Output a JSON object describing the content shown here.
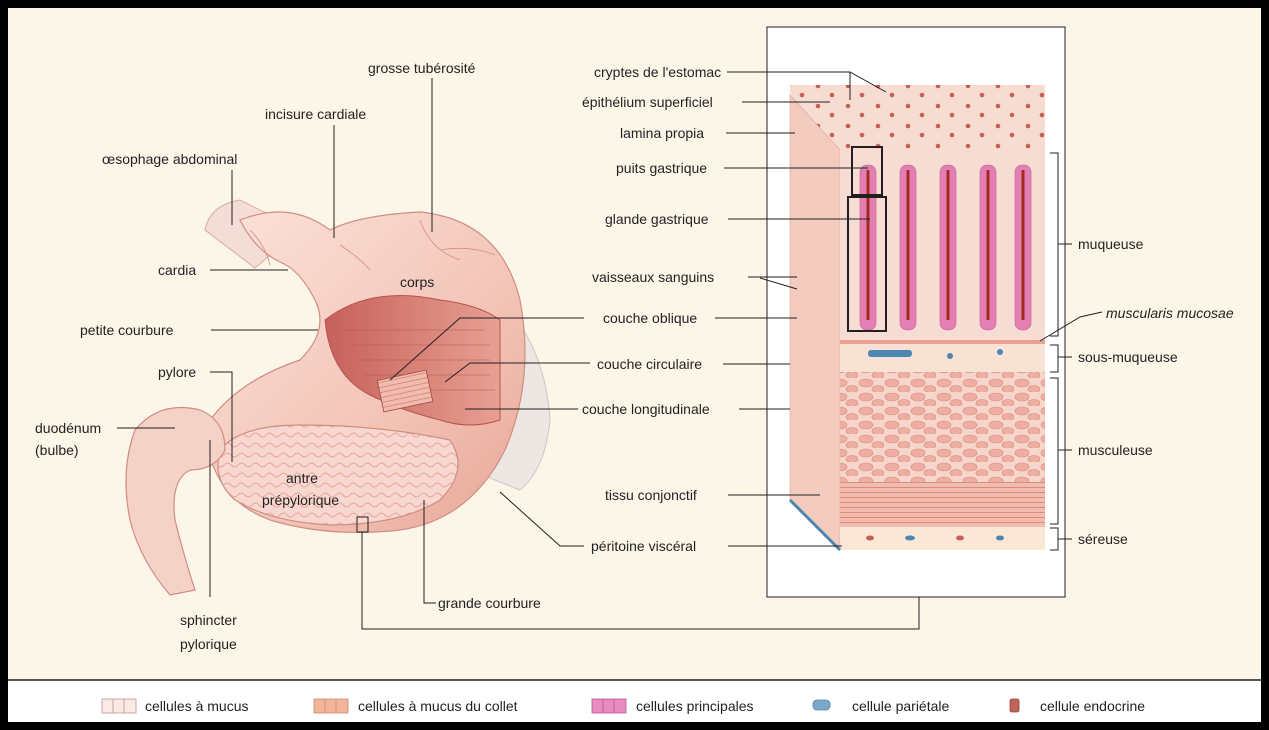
{
  "stomach_labels": {
    "oesophage": "œsophage abdominal",
    "incisure": "incisure cardiale",
    "grosse_tuberosite": "grosse tubérosité",
    "cardia": "cardia",
    "corps": "corps",
    "petite_courbure": "petite courbure",
    "pylore": "pylore",
    "duodenum_1": "duodénum",
    "duodenum_2": "(bulbe)",
    "antre_1": "antre",
    "antre_2": "prépylorique",
    "sphincter_1": "sphincter",
    "sphincter_2": "pylorique",
    "grande_courbure": "grande courbure"
  },
  "wall_labels": {
    "cryptes": "cryptes de l'estomac",
    "epithelium": "épithélium superficiel",
    "lamina": "lamina propia",
    "puits": "puits gastrique",
    "glande": "glande gastrique",
    "vaisseaux": "vaisseaux sanguins",
    "oblique": "couche oblique",
    "circulaire": "couche circulaire",
    "longitudinale": "couche longitudinale",
    "tissu": "tissu conjonctif",
    "peritoine": "péritoine viscéral"
  },
  "layer_labels": {
    "muqueuse": "muqueuse",
    "muscularis": "muscularis mucosae",
    "sous_muqueuse": "sous-muqueuse",
    "musculeuse": "musculeuse",
    "sereuse": "séreuse"
  },
  "legend": [
    {
      "label": "cellules à mucus",
      "color": "#fbe9e4"
    },
    {
      "label": "cellules à mucus du collet",
      "color": "#f2b59a"
    },
    {
      "label": "cellules principales",
      "color": "#e98ac0"
    },
    {
      "label": "cellule pariétale",
      "color": "#7ea6c6"
    },
    {
      "label": "cellule endocrine",
      "color": "#c0645a"
    }
  ]
}
